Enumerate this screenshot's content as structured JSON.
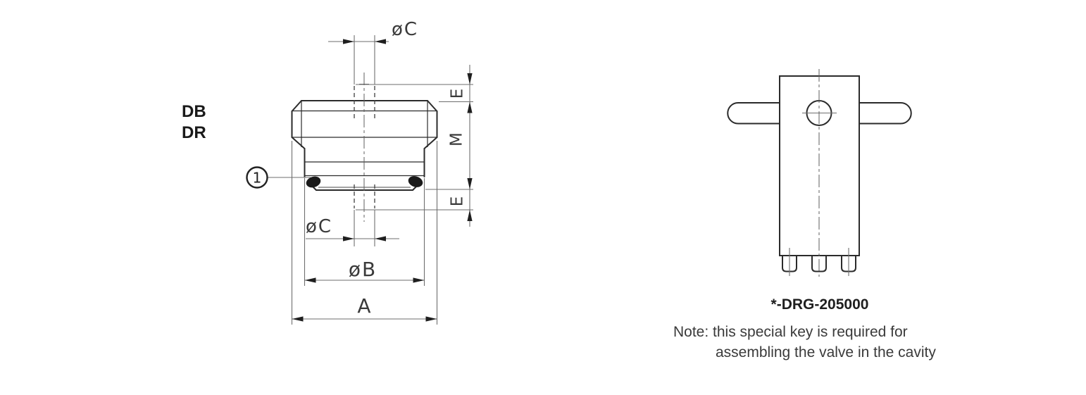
{
  "left_drawing": {
    "models": [
      "DB",
      "DR"
    ],
    "balloon_label": "1",
    "dimensions": {
      "dia_c_top": "øC",
      "e_top": "E",
      "m": "M",
      "e_bottom": "E",
      "dia_c_bottom": "øC",
      "dia_b": "øB",
      "a": "A"
    }
  },
  "right_drawing": {
    "part_number": "*-DRG-205000",
    "note": {
      "line1": "Note: this special key is required for",
      "line2": "assembling the valve in the cavity"
    }
  },
  "colors": {
    "outline": "#2b2b2b",
    "dimension_line": "#6e6e6e",
    "hidden_line": "#3f3f3f",
    "text": "#3a3a3a",
    "background": "#ffffff"
  }
}
